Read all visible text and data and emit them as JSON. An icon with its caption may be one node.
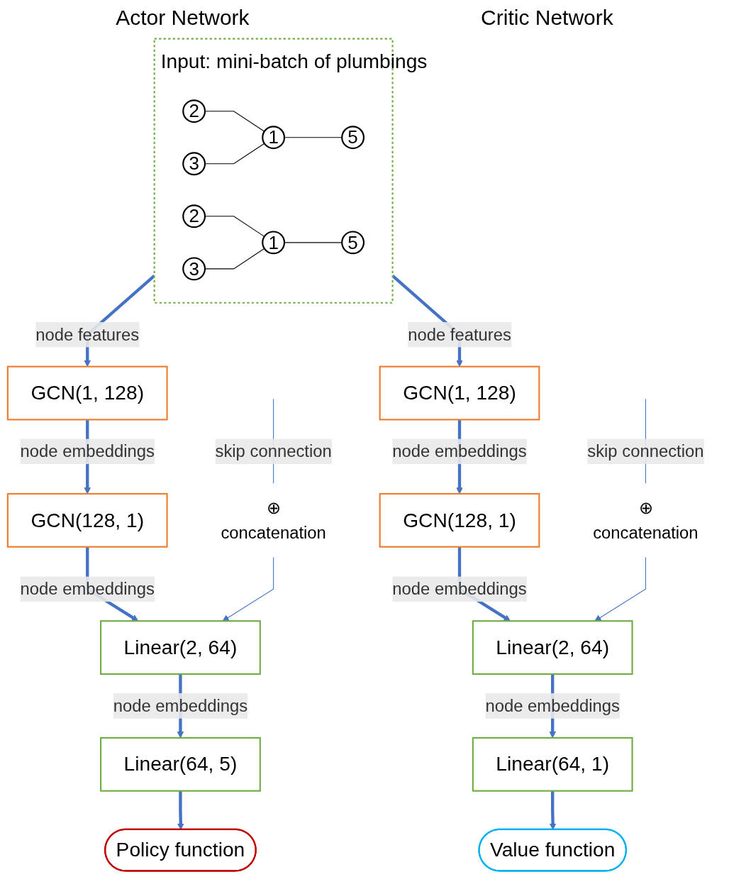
{
  "diagram": {
    "nodes": [
      {
        "text": [
          "Input: mini-batch of plumbings"
        ]
      },
      {
        "text": [
          "2"
        ],
        "in": 0
      },
      {
        "text": [
          "1"
        ],
        "in": 0
      },
      {
        "text": [
          "5"
        ],
        "in": 0
      },
      {
        "text": [
          "3"
        ],
        "in": 0
      },
      {
        "text": [
          "2"
        ],
        "in": 0
      },
      {
        "text": [
          "1"
        ],
        "in": 0
      },
      {
        "text": [
          "5"
        ],
        "in": 0
      },
      {
        "text": [
          "3"
        ],
        "in": 0
      },
      {
        "text": [
          "GCN(1, 128)"
        ]
      },
      {
        "text": [
          "GCN(128, 1)"
        ]
      },
      {
        "text": [
          "⊕",
          "concatenation"
        ]
      },
      {
        "text": [
          "Linear(2, 64)"
        ]
      },
      {
        "text": [
          "Linear(64, 5)"
        ]
      },
      {
        "text": [
          "Policy function"
        ]
      },
      {
        "text": [
          "GCN(1, 128)"
        ]
      },
      {
        "text": [
          "GCN(128, 1)"
        ]
      },
      {
        "text": [
          "⊕",
          "concatenation"
        ]
      },
      {
        "text": [
          "Linear(2, 64)"
        ]
      },
      {
        "text": [
          "Linear(64, 1)"
        ]
      },
      {
        "text": [
          "Value function"
        ]
      }
    ],
    "edges": [
      {
        "from": 1,
        "to": 2,
        "arrow": "none",
        "color": "#000000"
      },
      {
        "from": 4,
        "to": 2,
        "arrow": "none",
        "color": "#000000"
      },
      {
        "from": 2,
        "to": 3,
        "arrow": "none",
        "color": "#000000"
      },
      {
        "from": 5,
        "to": 6,
        "arrow": "none",
        "color": "#000000"
      },
      {
        "from": 8,
        "to": 6,
        "arrow": "none",
        "color": "#000000"
      },
      {
        "from": 6,
        "to": 7,
        "arrow": "none",
        "color": "#000000"
      },
      {
        "from": 0,
        "to": 9,
        "arrow": "to",
        "label": "node features",
        "style": "thick",
        "color": "#4472c4"
      },
      {
        "from": 9,
        "to": 10,
        "arrow": "to",
        "label": "node embeddings",
        "style": "thick",
        "color": "#4472c4"
      },
      {
        "from": 10,
        "to": 12,
        "arrow": "to",
        "label": "node embeddings",
        "style": "thick",
        "color": "#4472c4"
      },
      {
        "from": 12,
        "to": 13,
        "arrow": "to",
        "label": "node embeddings",
        "style": "thick",
        "color": "#4472c4"
      },
      {
        "from": 13,
        "to": 14,
        "arrow": "to",
        "style": "thick",
        "color": "#4472c4"
      },
      {
        "from": null,
        "to": 11,
        "arrow": "none",
        "label": "skip connection",
        "color": "#4472c4"
      },
      {
        "from": 11,
        "to": 12,
        "arrow": "to",
        "color": "#4472c4"
      },
      {
        "from": 0,
        "to": 15,
        "arrow": "to",
        "label": "node features",
        "style": "thick",
        "color": "#4472c4"
      },
      {
        "from": 15,
        "to": 16,
        "arrow": "to",
        "label": "node embeddings",
        "style": "thick",
        "color": "#4472c4"
      },
      {
        "from": 16,
        "to": 18,
        "arrow": "to",
        "label": "node embeddings",
        "style": "thick",
        "color": "#4472c4"
      },
      {
        "from": 18,
        "to": 19,
        "arrow": "to",
        "label": "node embeddings",
        "style": "thick",
        "color": "#4472c4"
      },
      {
        "from": 19,
        "to": 20,
        "arrow": "to",
        "style": "thick",
        "color": "#4472c4"
      },
      {
        "from": null,
        "to": 17,
        "arrow": "none",
        "label": "skip connection",
        "color": "#4472c4"
      },
      {
        "from": 17,
        "to": 18,
        "arrow": "to",
        "color": "#4472c4"
      }
    ],
    "labels": [
      "Actor Network",
      "Critic Network"
    ]
  }
}
